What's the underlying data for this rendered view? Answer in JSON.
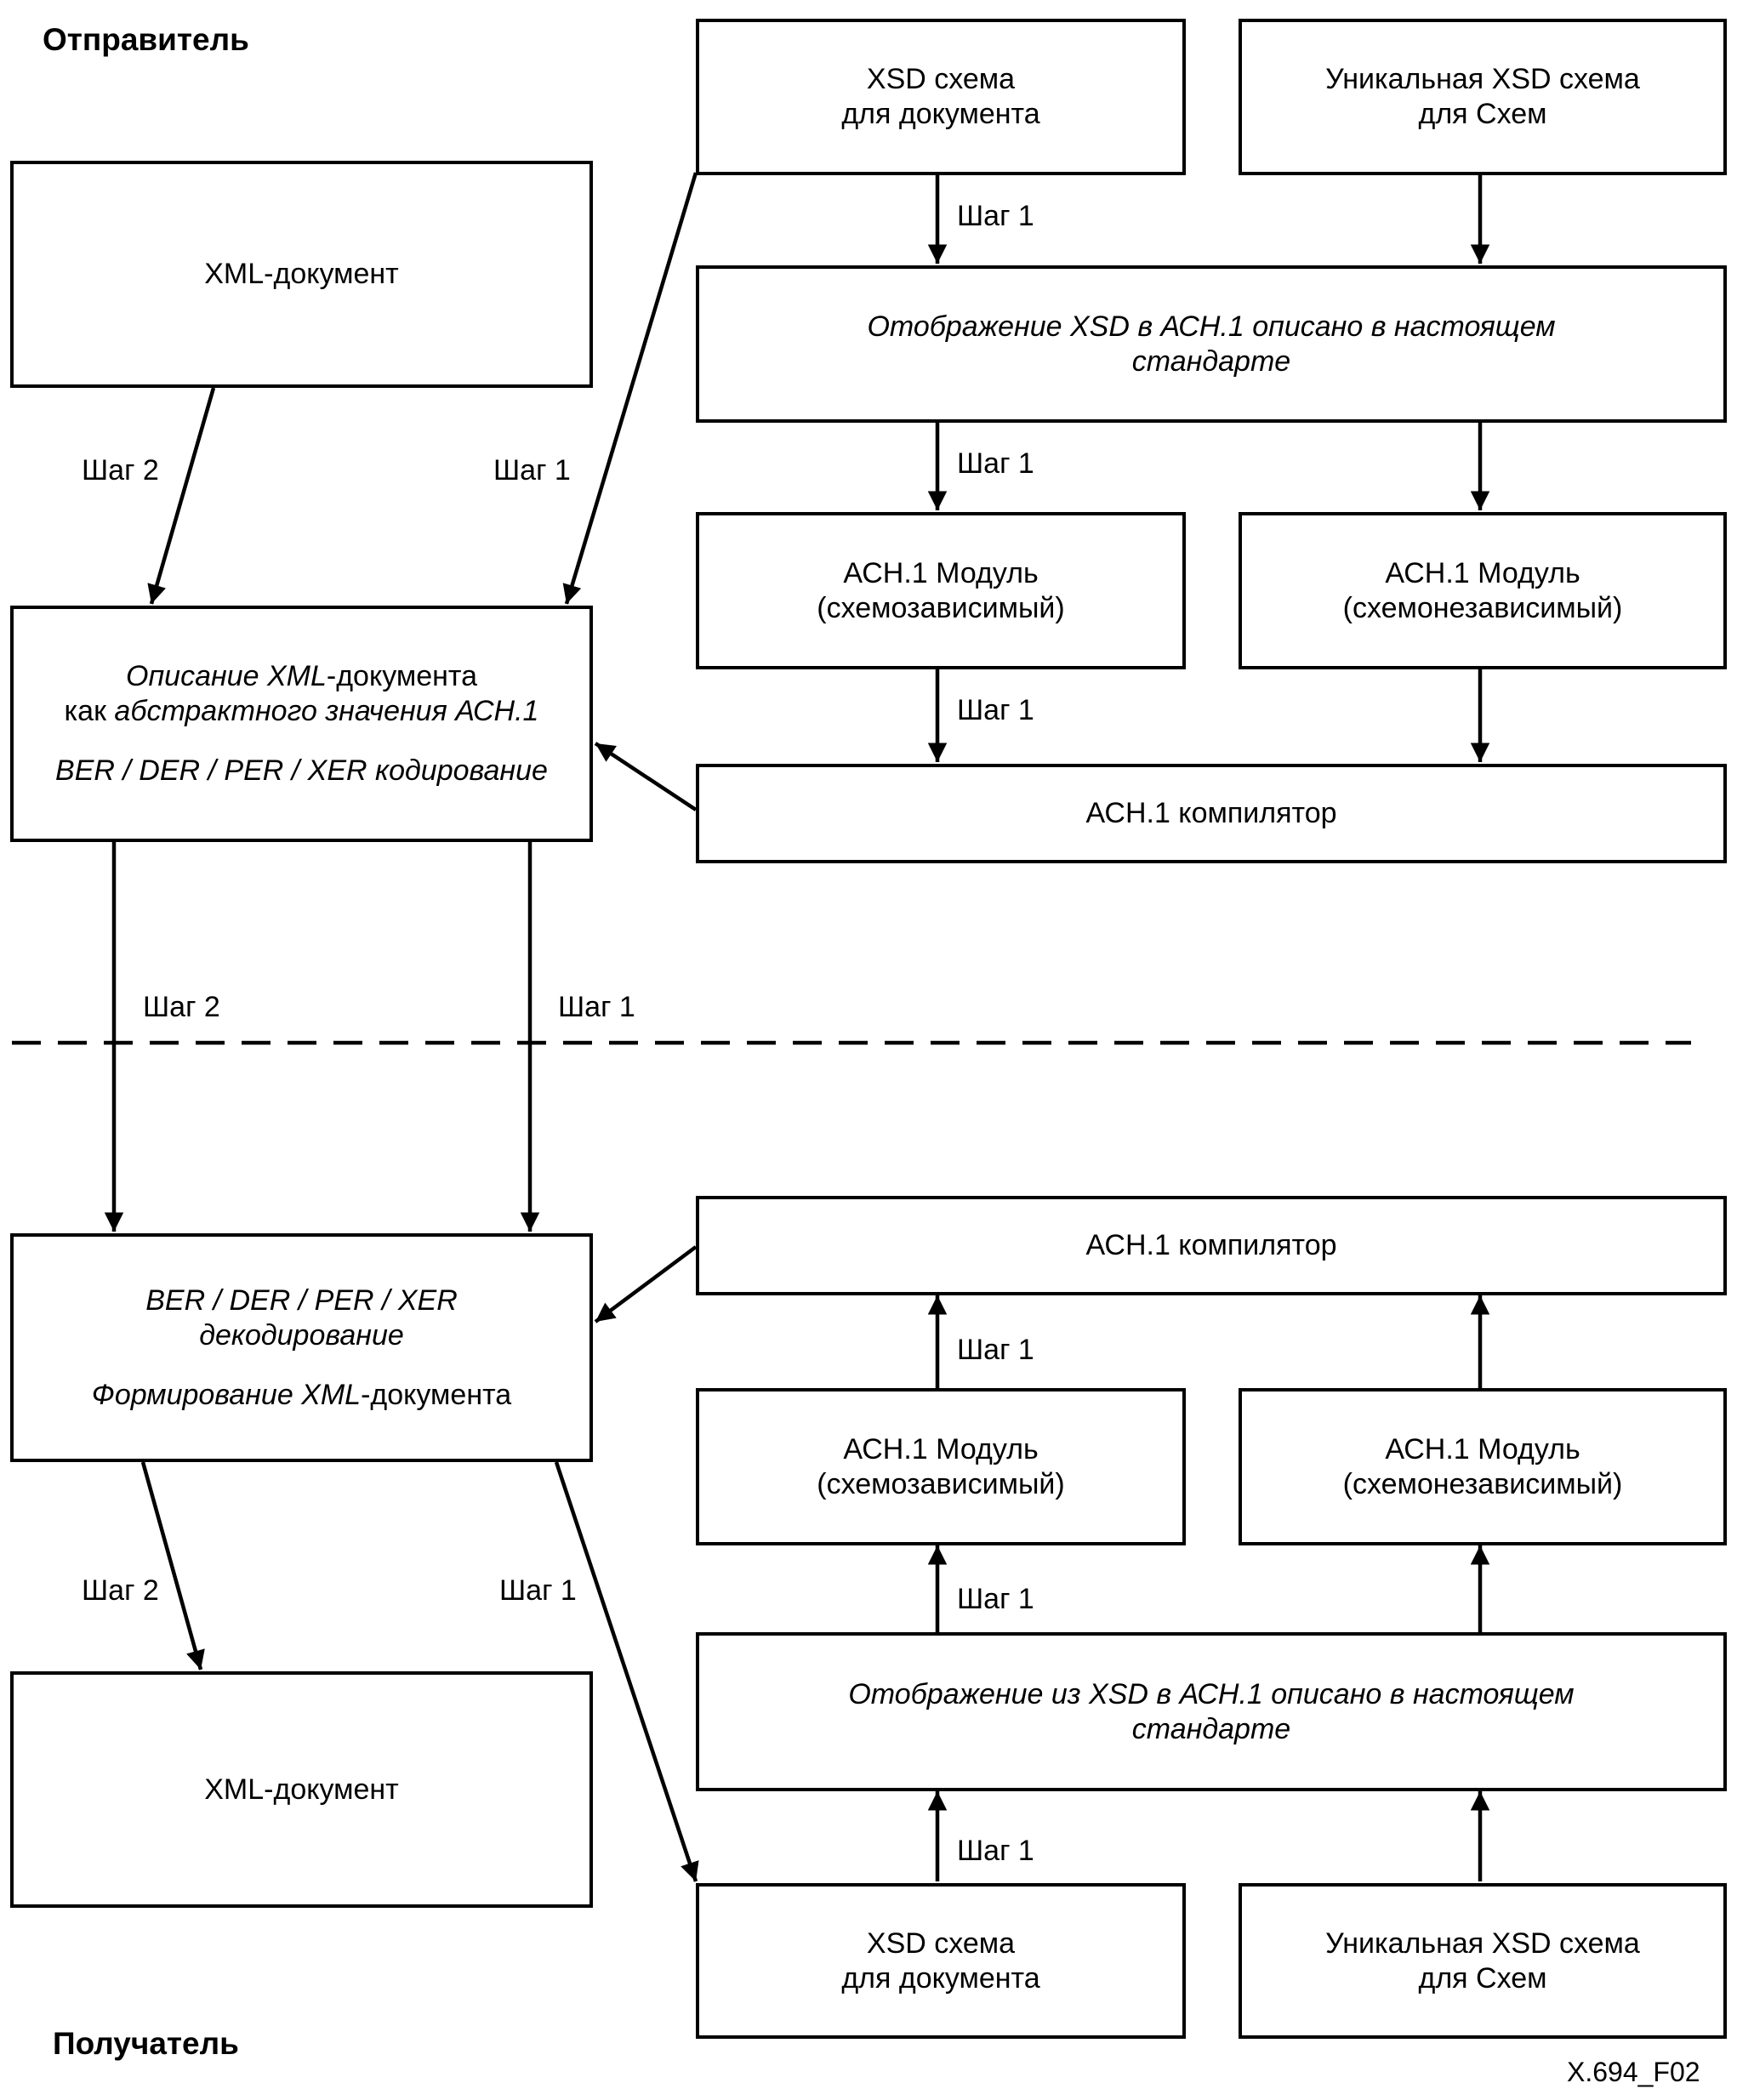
{
  "sender_label": "Отправитель",
  "receiver_label": "Получатель",
  "figure_code": "X.694_F02",
  "sender": {
    "xsd_doc": [
      "XSD схема",
      "для документа"
    ],
    "xsd_unique": [
      "Уникальная XSD схема",
      "для Схем"
    ],
    "mapping": [
      "Отображение XSD в АСН.1 описано в настоящем",
      "стандарте"
    ],
    "module_dep": [
      "АСН.1 Модуль",
      "(схемозависимый)"
    ],
    "module_indep": [
      "АСН.1 Модуль",
      "(схемонезависимый)"
    ],
    "compiler": "АСН.1 компилятор",
    "xml_doc": "XML-документ",
    "describe": {
      "l1a": "Описание ",
      "l1b": "XML",
      "l1c": "-документа",
      "l2a": "как ",
      "l2b": "абстрактного значения АСН.1",
      "l3": "BER / DER / PER / XER кодирование"
    }
  },
  "receiver": {
    "compiler": "АСН.1 компилятор",
    "module_dep": [
      "АСН.1 Модуль",
      "(схемозависимый)"
    ],
    "module_indep": [
      "АСН.1 Модуль",
      "(схемонезависимый)"
    ],
    "mapping": [
      "Отображение из XSD в АСН.1 описано в настоящем",
      "стандарте"
    ],
    "xsd_doc": [
      "XSD схема",
      "для документа"
    ],
    "xsd_unique": [
      "Уникальная XSD схема",
      "для Схем"
    ],
    "xml_doc": "XML-документ",
    "decode": {
      "l1": "BER / DER / PER / XER",
      "l2": "декодирование",
      "l3a": "Формирование XML",
      "l3b": "-документа"
    }
  },
  "steps": {
    "step1": "Шаг 1",
    "step2": "Шаг 2"
  }
}
